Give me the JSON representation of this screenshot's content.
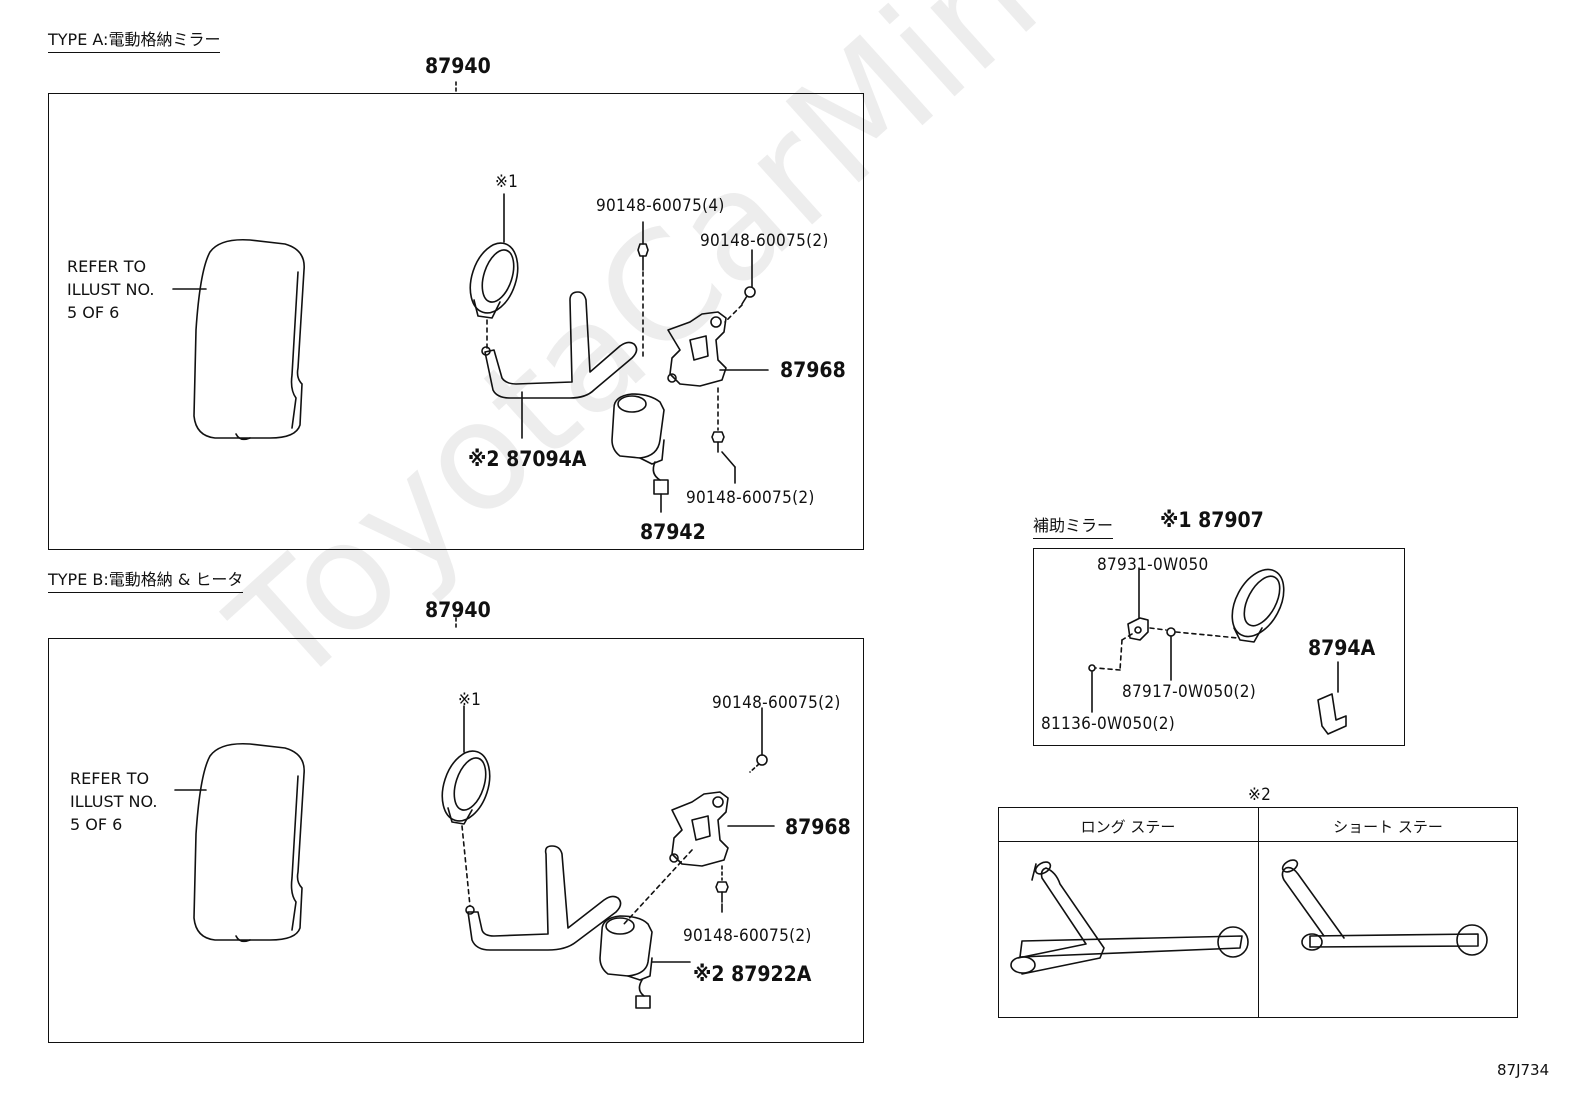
{
  "watermark": "ToyotaCarMine.ru",
  "drawing_id": "87J734",
  "type_a": {
    "heading": "TYPE A:電動格納ミラー",
    "assembly": "87940",
    "refer": "REFER TO\nILLUST NO.\n5 OF 6",
    "mark1": "※1",
    "bolt_top": "90148-60075(4)",
    "bolt_right": "90148-60075(2)",
    "bracket": "87968",
    "stay": "※2 87094A",
    "bolt_bottom": "90148-60075(2)",
    "motor": "87942"
  },
  "type_b": {
    "heading": "TYPE B:電動格納 & ヒータ",
    "assembly": "87940",
    "refer": "REFER TO\nILLUST NO.\n5 OF 6",
    "mark1": "※1",
    "bolt_top": "90148-60075(2)",
    "bracket": "87968",
    "bolt_bottom": "90148-60075(2)",
    "motor": "※2 87922A"
  },
  "aux": {
    "heading": "補助ミラー",
    "assembly": "※1 87907",
    "part_a": "87931-0W050",
    "part_b": "8794A",
    "part_c": "87917-0W050(2)",
    "part_d": "81136-0W050(2)"
  },
  "stays": {
    "mark": "※2",
    "long": "ロング ステー",
    "short": "ショート ステー"
  }
}
